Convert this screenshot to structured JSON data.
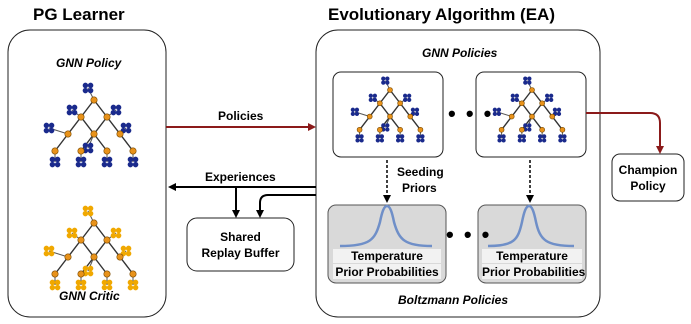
{
  "colors": {
    "arrow_dark_red": "#8b1a1a",
    "node_orange": "#e8921a",
    "policy_blue": "#1a2a8c",
    "critic_yellow": "#f0a800",
    "curve_blue": "#6f8fc8",
    "panel_gray": "#d9d9d9"
  },
  "pg_learner": {
    "title": "PG Learner",
    "policy_label": "GNN Policy",
    "critic_label": "GNN Critic"
  },
  "ea": {
    "title": "Evolutionary Algorithm (EA)",
    "gnn_policies_label": "GNN Policies",
    "boltzmann_label": "Boltzmann Policies",
    "ellipsis": "• • •",
    "seeding": [
      "Seeding",
      "Priors"
    ],
    "temperature": "Temperature",
    "prior_probabilities": "Prior Probabilities"
  },
  "arrows": {
    "policies": "Policies",
    "experiences": "Experiences"
  },
  "buffer": {
    "line1": "Shared",
    "line2": "Replay Buffer"
  },
  "champion": {
    "line1": "Champion",
    "line2": "Policy"
  }
}
